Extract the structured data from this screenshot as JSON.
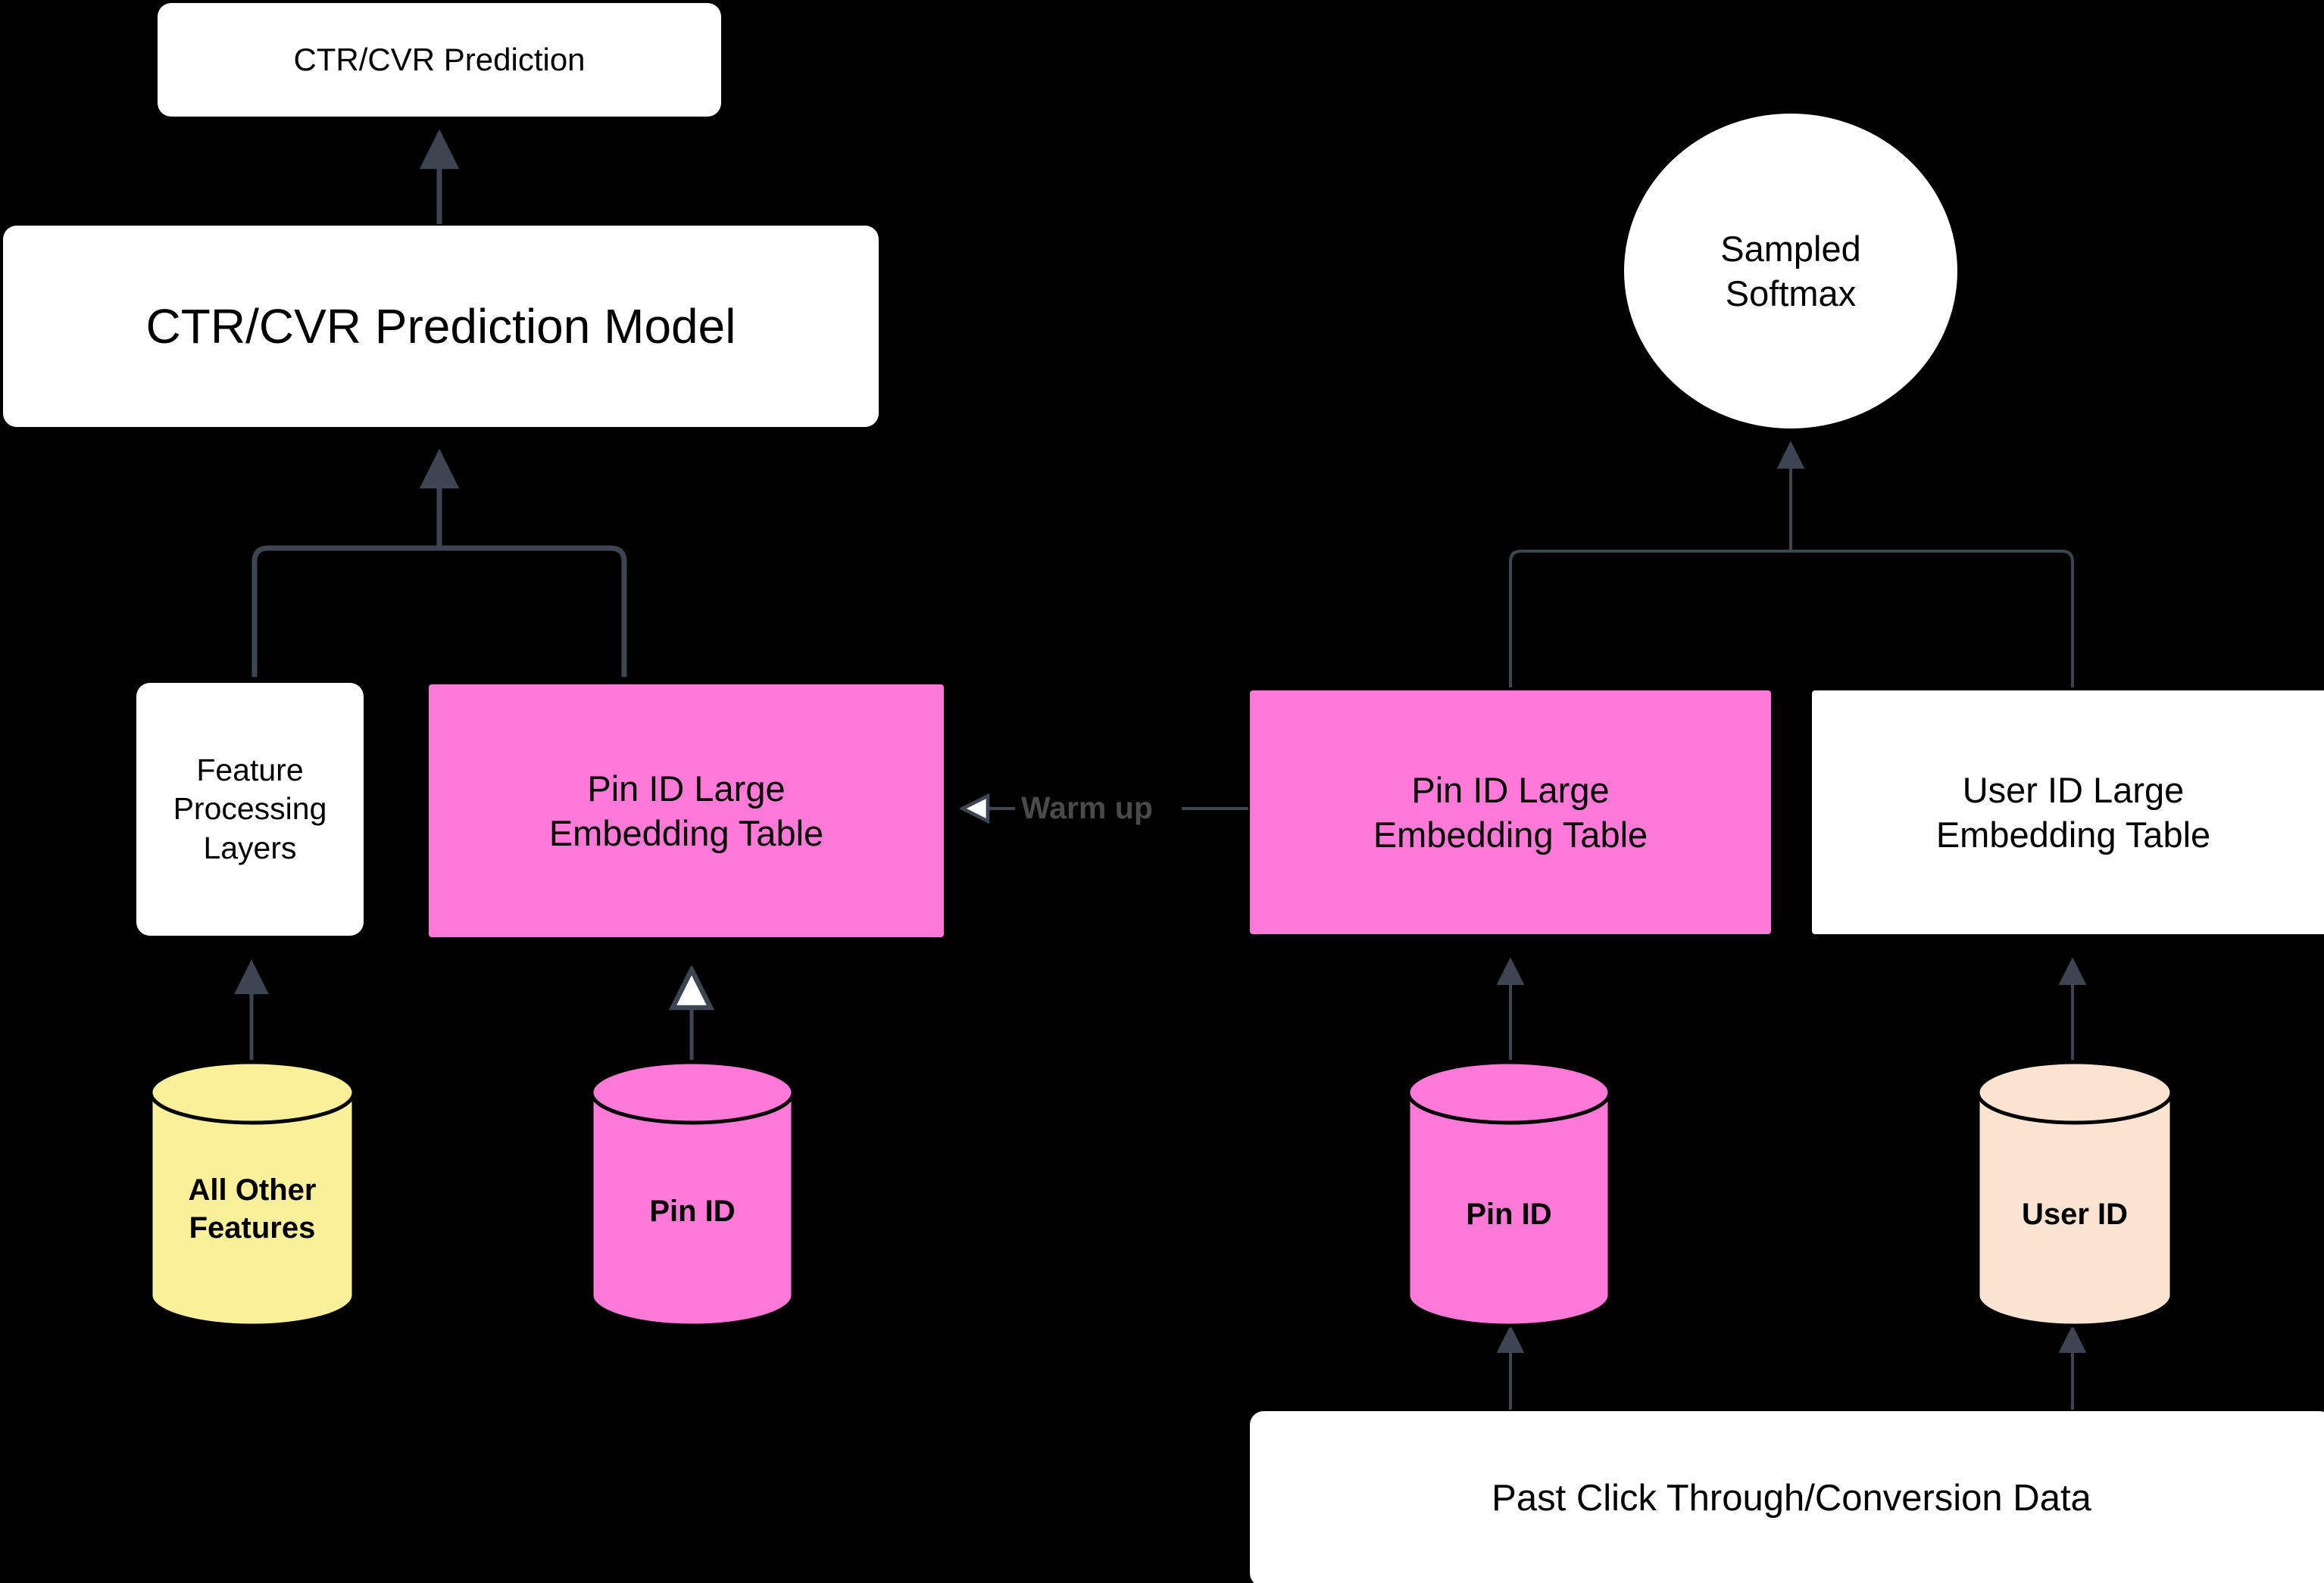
{
  "diagram": {
    "title": "CTR/CVR prediction with large ID embedding tables",
    "background": "#000000",
    "colors": {
      "pink": "#fd79d8",
      "yellow": "#faf09a",
      "peach": "#fbe3d2",
      "white": "#ffffff",
      "wire": "#3d4553",
      "label_text": "#4a4a4a"
    },
    "nodes": {
      "prediction": "CTR/CVR Prediction",
      "prediction_model": "CTR/CVR Prediction Model",
      "feature_layers_line1": "Feature",
      "feature_layers_line2": "Processing",
      "feature_layers_line3": "Layers",
      "pin_embedding_left_line1": "Pin ID Large",
      "pin_embedding_left_line2": "Embedding Table",
      "sampled_softmax_line1": "Sampled",
      "sampled_softmax_line2": "Softmax",
      "pin_embedding_right_line1": "Pin ID Large",
      "pin_embedding_right_line2": "Embedding Table",
      "user_embedding_line1": "User ID Large",
      "user_embedding_line2": "Embedding Table",
      "past_data": "Past Click Through/Conversion Data"
    },
    "cylinders": {
      "all_other_features_line1": "All Other",
      "all_other_features_line2": "Features",
      "pin_id_left": "Pin ID",
      "pin_id_right": "Pin ID",
      "user_id": "User ID"
    },
    "edges": {
      "warm_up": "Warm up"
    }
  }
}
